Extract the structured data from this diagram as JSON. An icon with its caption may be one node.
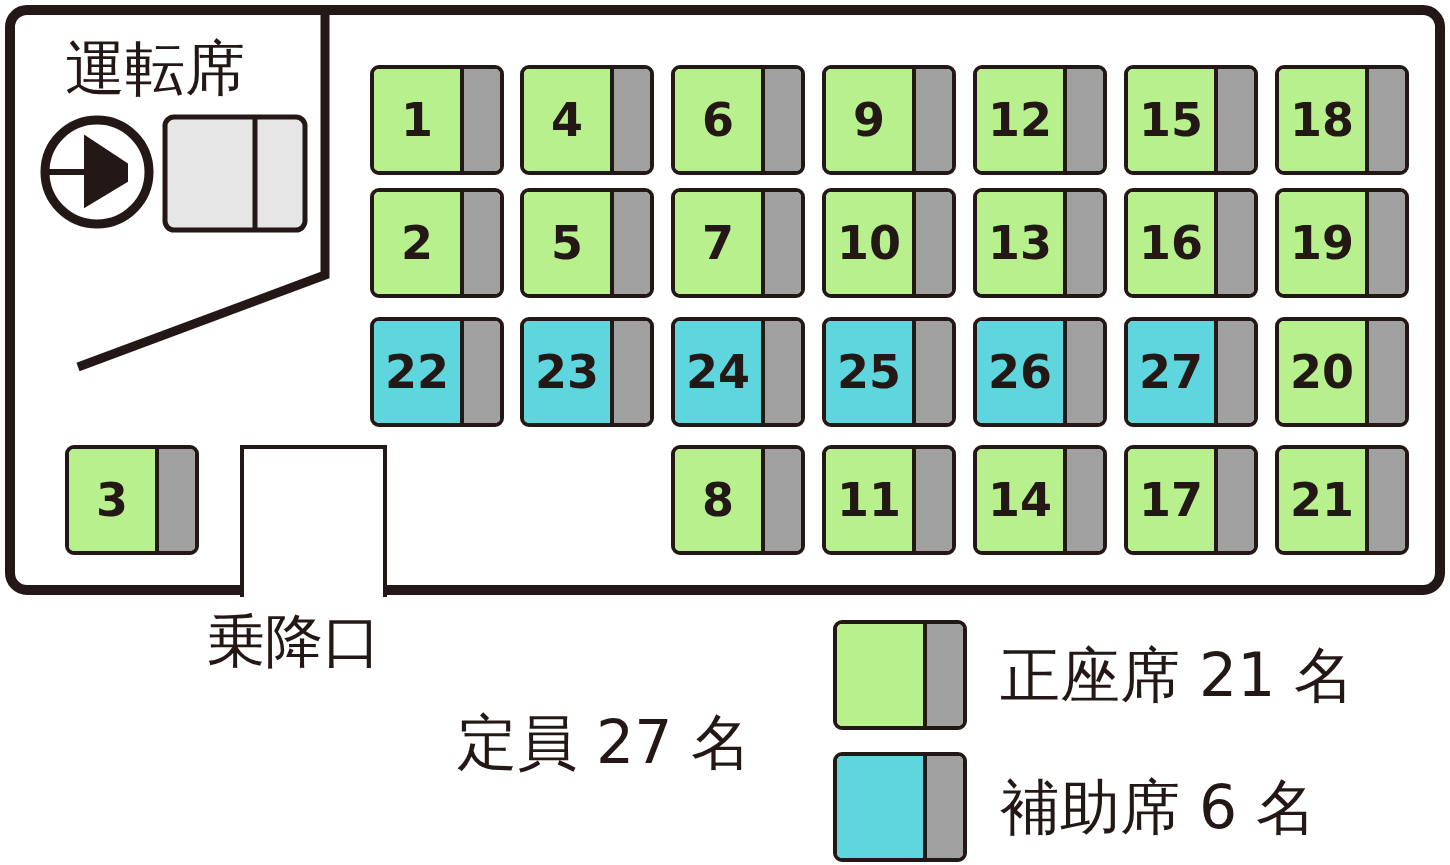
{
  "diagram": {
    "nodes": [
      {
        "text": [],
        "shape": "box"
      },
      {
        "text": [
          "1"
        ],
        "in": 0
      },
      {
        "text": [
          "4"
        ],
        "in": 0
      },
      {
        "text": [
          "6"
        ],
        "in": 0
      },
      {
        "text": [
          "9"
        ],
        "in": 0
      },
      {
        "text": [
          "12"
        ],
        "in": 0
      },
      {
        "text": [
          "15"
        ],
        "in": 0
      },
      {
        "text": [
          "18"
        ],
        "in": 0
      },
      {
        "text": [
          "2"
        ],
        "in": 0
      },
      {
        "text": [
          "5"
        ],
        "in": 0
      },
      {
        "text": [
          "7"
        ],
        "in": 0
      },
      {
        "text": [
          "10"
        ],
        "in": 0
      },
      {
        "text": [
          "13"
        ],
        "in": 0
      },
      {
        "text": [
          "16"
        ],
        "in": 0
      },
      {
        "text": [
          "19"
        ],
        "in": 0
      },
      {
        "text": [
          "22"
        ],
        "in": 0
      },
      {
        "text": [
          "23"
        ],
        "in": 0
      },
      {
        "text": [
          "24"
        ],
        "in": 0
      },
      {
        "text": [
          "25"
        ],
        "in": 0
      },
      {
        "text": [
          "26"
        ],
        "in": 0
      },
      {
        "text": [
          "27"
        ],
        "in": 0
      },
      {
        "text": [
          "20"
        ],
        "in": 0
      },
      {
        "text": [
          "3"
        ],
        "in": 0
      },
      {
        "text": [
          "8"
        ],
        "in": 0
      },
      {
        "text": [
          "11"
        ],
        "in": 0
      },
      {
        "text": [
          "14"
        ],
        "in": 0
      },
      {
        "text": [
          "17"
        ],
        "in": 0
      },
      {
        "text": [
          "21"
        ],
        "in": 0
      },
      {
        "text": [],
        "shape": "box",
        "in": 0,
        "beside": [
          "乗降口"
        ]
      }
    ],
    "edges": [],
    "labels": [
      "運転席",
      "定員 27 名"
    ],
    "legend": [
      {
        "text": "正座席 21 名",
        "color": "#b8f08e"
      },
      {
        "text": "補助席 6 名",
        "color": "#5fd6dd"
      }
    ]
  }
}
